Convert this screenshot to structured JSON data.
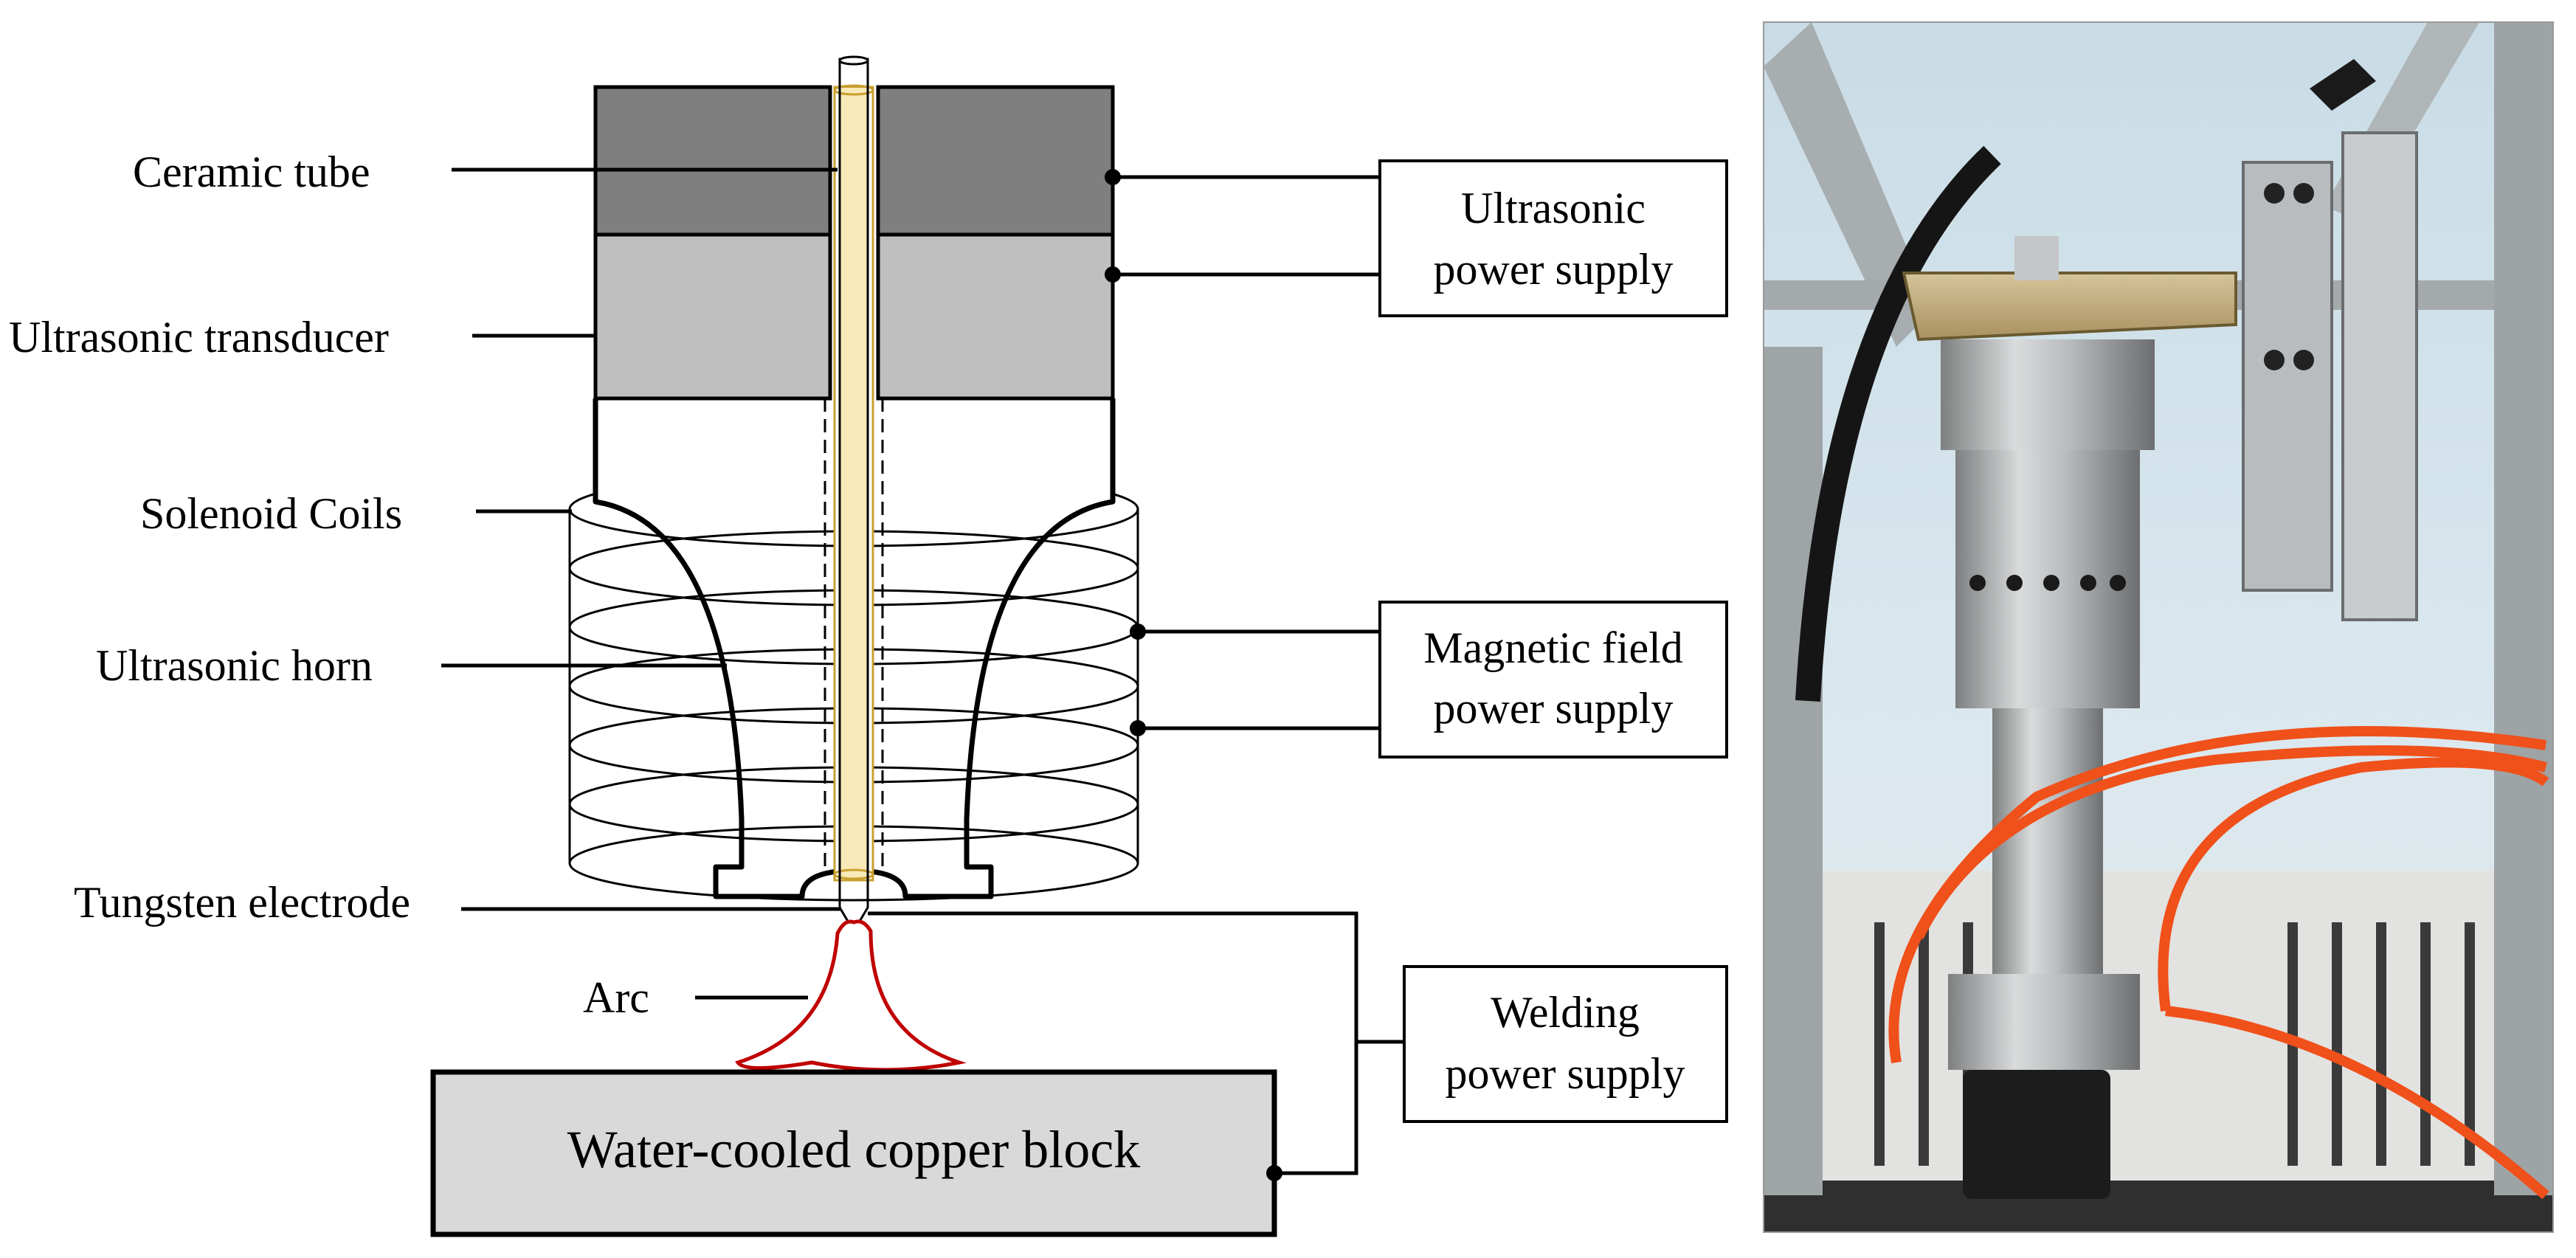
{
  "labels": {
    "ceramic_tube": "Ceramic tube",
    "ultrasonic_transducer": "Ultrasonic transducer",
    "solenoid_coils": "Solenoid Coils",
    "ultrasonic_horn": "Ultrasonic horn",
    "tungsten_electrode": "Tungsten electrode",
    "arc": "Arc"
  },
  "boxes": {
    "ultrasonic_ps": {
      "line1": "Ultrasonic",
      "line2": "power supply"
    },
    "magnetic_ps": {
      "line1": "Magnetic field",
      "line2": "power supply"
    },
    "welding_ps": {
      "line1": "Welding",
      "line2": "power supply"
    }
  },
  "copper_block": "Water-cooled copper block",
  "colors": {
    "transducer_top": "#7f7f7f",
    "transducer_bottom": "#bfbfbf",
    "copper_block": "#d9d9d9",
    "ceramic_tube": "#e8c86a",
    "arc": "#c00000",
    "photo_background": "#d4e4ee"
  },
  "photo": {
    "description_icon": "apparatus-photo"
  }
}
